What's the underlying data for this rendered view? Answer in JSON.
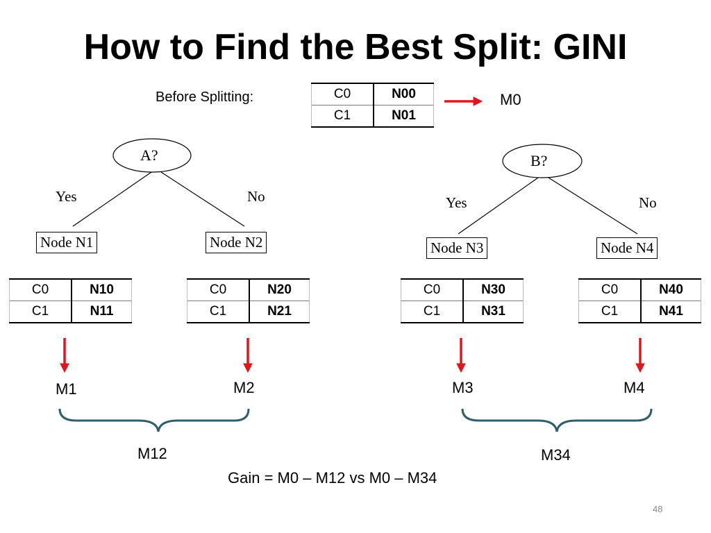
{
  "title": "How to Find the Best Split: GINI",
  "before_splitting_label": "Before Splitting:",
  "root_table": {
    "rows": [
      {
        "class": "C0",
        "count": "N00"
      },
      {
        "class": "C1",
        "count": "N01"
      }
    ]
  },
  "m0_label": "M0",
  "tree_a": {
    "question": "A?",
    "yes_label": "Yes",
    "no_label": "No",
    "node_left": "Node N1",
    "node_right": "Node N2",
    "table_left": {
      "rows": [
        {
          "class": "C0",
          "count": "N10"
        },
        {
          "class": "C1",
          "count": "N11"
        }
      ]
    },
    "table_right": {
      "rows": [
        {
          "class": "C0",
          "count": "N20"
        },
        {
          "class": "C1",
          "count": "N21"
        }
      ]
    },
    "measure_left": "M1",
    "measure_right": "M2",
    "combined": "M12"
  },
  "tree_b": {
    "question": "B?",
    "yes_label": "Yes",
    "no_label": "No",
    "node_left": "Node N3",
    "node_right": "Node N4",
    "table_left": {
      "rows": [
        {
          "class": "C0",
          "count": "N30"
        },
        {
          "class": "C1",
          "count": "N31"
        }
      ]
    },
    "table_right": {
      "rows": [
        {
          "class": "C0",
          "count": "N40"
        },
        {
          "class": "C1",
          "count": "N41"
        }
      ]
    },
    "measure_left": "M3",
    "measure_right": "M4",
    "combined": "M34"
  },
  "gain_text": "Gain = M0 – M12 vs  M0 – M34",
  "page_number": "48",
  "colors": {
    "arrow": "#e0161b",
    "brace": "#2f5d6b"
  }
}
